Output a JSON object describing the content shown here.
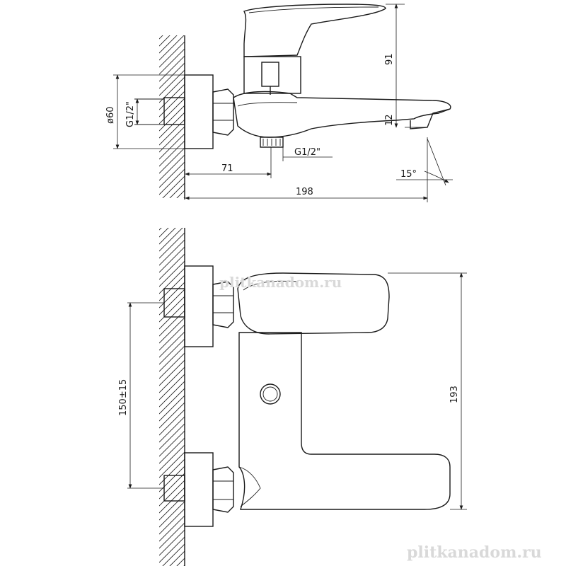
{
  "side_view": {
    "dim_diameter": "ø60",
    "dim_inlet_thread": "G1/2\"",
    "dim_outlet_thread": "G1/2\"",
    "dim_height": "91",
    "dim_spout_offset": "12",
    "dim_outlet_distance": "71",
    "dim_total_length": "198",
    "dim_angle": "15°"
  },
  "front_view": {
    "dim_centers": "150±15",
    "dim_height": "193"
  },
  "watermarks": {
    "center": "plitkanadom.ru",
    "corner": "plitkanadom.ru"
  }
}
